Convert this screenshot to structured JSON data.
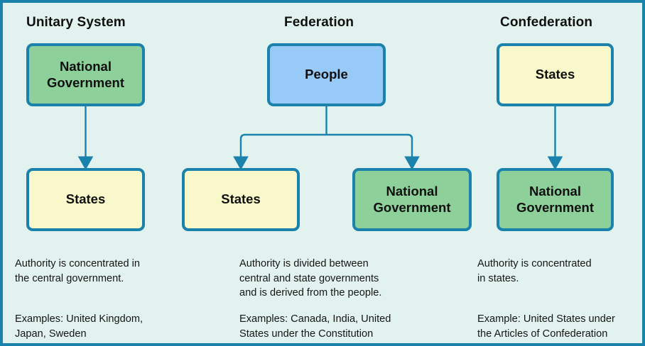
{
  "figure": {
    "background_color": "#e2f2ef",
    "frame_color": "#1a82ab",
    "connector_color": "#1a82ab"
  },
  "colors": {
    "national_government_fill": "#8ed09a",
    "states_fill": "#f8f8ca",
    "people_fill": "#98caf8",
    "border": "#1a82ab",
    "background": "#e2f2ef",
    "text": "#101010"
  },
  "columns": {
    "unitary": {
      "title": "Unitary System",
      "top_node": "National\nGovernment",
      "top_node_label": "National Government",
      "bottom_node": "States",
      "description": "Authority is concentrated in\nthe central government.",
      "examples": "Examples: United Kingdom,\nJapan, Sweden"
    },
    "federation": {
      "title": "Federation",
      "top_node": "People",
      "bottom_node_left": "States",
      "bottom_node_right": "National\nGovernment",
      "bottom_node_right_label": "National Government",
      "description": "Authority is divided between\ncentral and state governments\nand is derived from the people.",
      "examples": "Examples: Canada, India, United\nStates under the Constitution"
    },
    "confederation": {
      "title": "Confederation",
      "top_node": "States",
      "bottom_node": "National\nGovernment",
      "bottom_node_label": "National Government",
      "description": "Authority is concentrated\nin states.",
      "examples": "Example: United States under\nthe Articles of Confederation"
    }
  }
}
